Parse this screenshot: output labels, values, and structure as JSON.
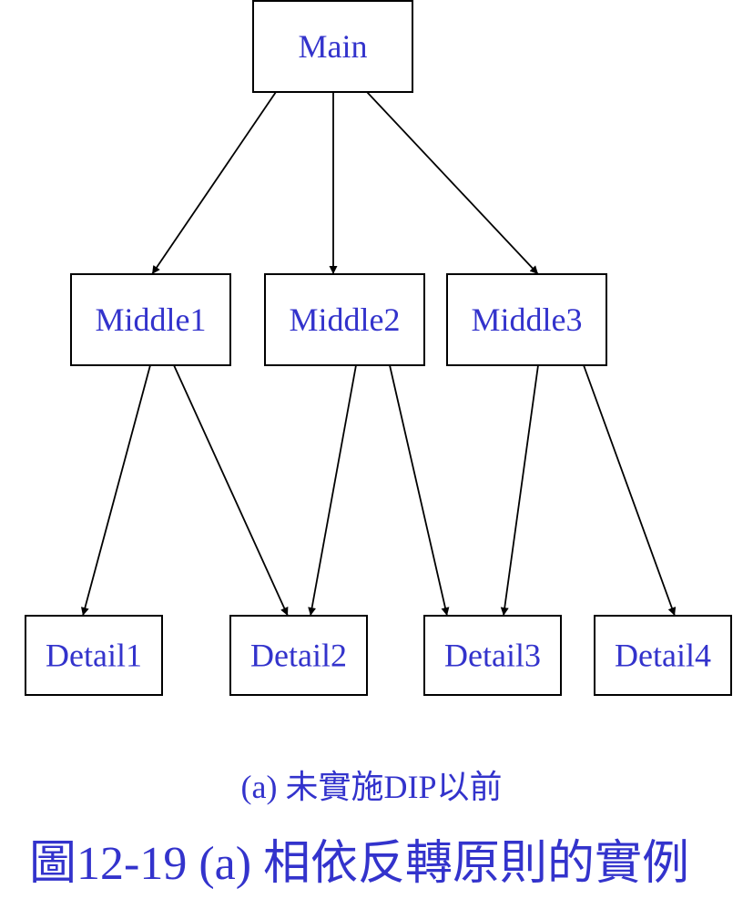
{
  "colors": {
    "text": "#3333cc",
    "line": "#000000",
    "box_fill": "#ffffff"
  },
  "nodes": [
    {
      "id": "main",
      "label": "Main"
    },
    {
      "id": "middle1",
      "label": "Middle1"
    },
    {
      "id": "middle2",
      "label": "Middle2"
    },
    {
      "id": "middle3",
      "label": "Middle3"
    },
    {
      "id": "detail1",
      "label": "Detail1"
    },
    {
      "id": "detail2",
      "label": "Detail2"
    },
    {
      "id": "detail3",
      "label": "Detail3"
    },
    {
      "id": "detail4",
      "label": "Detail4"
    }
  ],
  "edges": [
    {
      "from": "main",
      "to": "middle1"
    },
    {
      "from": "main",
      "to": "middle2"
    },
    {
      "from": "main",
      "to": "middle3"
    },
    {
      "from": "middle1",
      "to": "detail1"
    },
    {
      "from": "middle1",
      "to": "detail2"
    },
    {
      "from": "middle2",
      "to": "detail2"
    },
    {
      "from": "middle2",
      "to": "detail3"
    },
    {
      "from": "middle3",
      "to": "detail3"
    },
    {
      "from": "middle3",
      "to": "detail4"
    }
  ],
  "subcaption": "(a) 未實施DIP以前",
  "figure_title": "圖12-19 (a) 相依反轉原則的實例"
}
